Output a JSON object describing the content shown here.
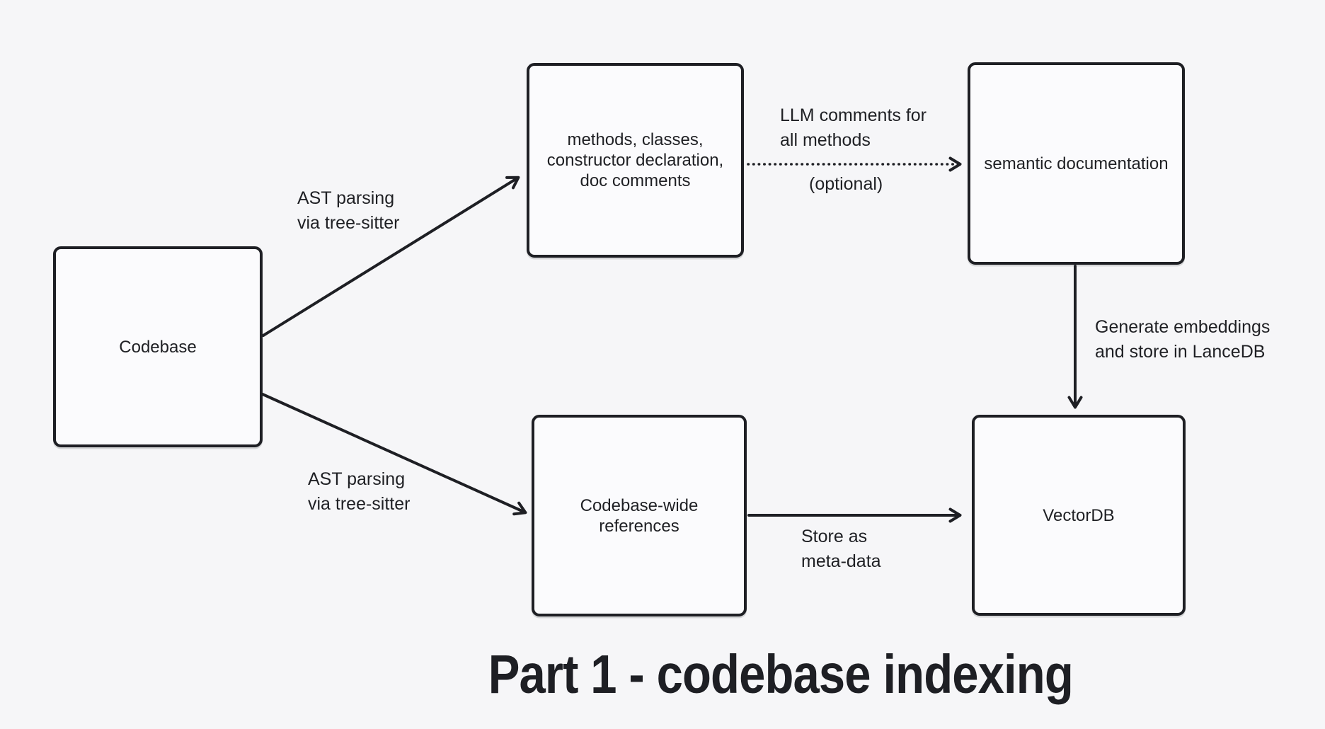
{
  "title": "Part 1 - codebase indexing",
  "colors": {
    "background": "#f6f6f8",
    "box_fill": "#fbfbfd",
    "stroke": "#1e1f24",
    "text": "#1f2024"
  },
  "nodes": {
    "codebase": {
      "label": "Codebase"
    },
    "methods": {
      "lines": [
        "methods, classes,",
        "constructor declaration,",
        "doc comments"
      ]
    },
    "semantic_documentation": {
      "label": "semantic documentation"
    },
    "references": {
      "lines": [
        "Codebase-wide",
        "references"
      ]
    },
    "vectordb": {
      "label": "VectorDB"
    }
  },
  "edges": {
    "ast_parsing_top": {
      "style": "solid",
      "lines": [
        "AST parsing",
        "via tree-sitter"
      ]
    },
    "ast_parsing_bottom": {
      "style": "solid",
      "lines": [
        "AST parsing",
        "via tree-sitter"
      ]
    },
    "llm_comments": {
      "style": "dotted",
      "lines": [
        "LLM comments for",
        "all methods"
      ],
      "note": "(optional)"
    },
    "generate_embeddings": {
      "style": "solid",
      "lines": [
        "Generate embeddings",
        "and store in LanceDB"
      ]
    },
    "store_as_metadata": {
      "style": "solid",
      "lines": [
        "Store as",
        "meta-data"
      ]
    }
  }
}
